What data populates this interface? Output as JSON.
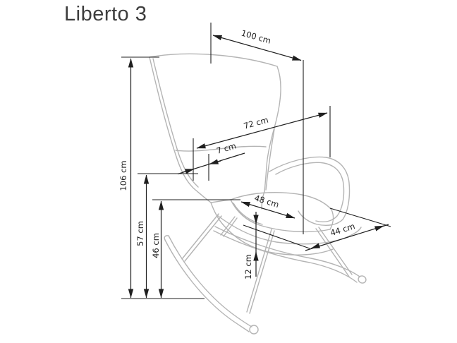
{
  "title": "Liberto 3",
  "colors": {
    "background": "#ffffff",
    "chair_line": "#b4b4b4",
    "dimension_line": "#1f1f1f",
    "label_text": "#1f1f1f",
    "title_text": "#3d3d3d"
  },
  "dimensions": {
    "d100": {
      "label": "100 cm"
    },
    "d72": {
      "label": "72 cm"
    },
    "d7": {
      "label": "7 cm"
    },
    "d48": {
      "label": "48 cm"
    },
    "d44": {
      "label": "44 cm"
    },
    "d106": {
      "label": "106 cm"
    },
    "d57": {
      "label": "57 cm"
    },
    "d46": {
      "label": "46 cm"
    },
    "d12": {
      "label": "12 cm"
    }
  }
}
